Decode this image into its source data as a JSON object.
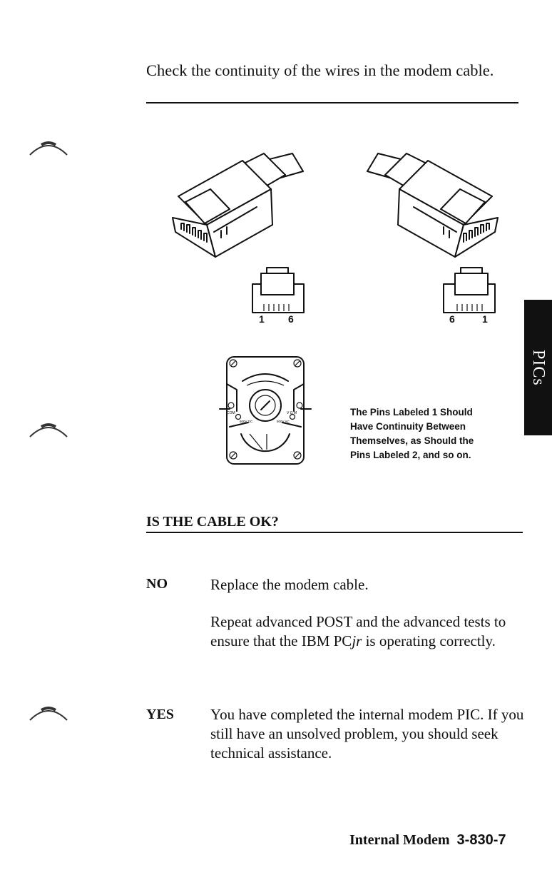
{
  "intro_text": "Check the continuity of the wires in the modem cable.",
  "diagram": {
    "left_pin_labels": [
      "1",
      "6"
    ],
    "right_pin_labels": [
      "6",
      "1"
    ],
    "meter_labels": [
      "COM",
      "V Ω M",
      "600V DC",
      "600V AC"
    ],
    "caption_lines": [
      "The Pins Labeled 1 Should",
      "Have Continuity Between",
      "Themselves, as Should the",
      "Pins Labeled 2, and so on."
    ]
  },
  "question": "IS THE CABLE OK?",
  "answers": {
    "no": {
      "key": "NO",
      "line1": "Replace the modem cable.",
      "para2_a": "Repeat advanced POST and the advanced tests to ensure that the IBM PC",
      "para2_jr": "jr",
      "para2_b": " is operating correctly."
    },
    "yes": {
      "key": "YES",
      "text": "You have completed the internal modem PIC. If you still have an unsolved problem, you should seek technical assistance."
    }
  },
  "side_tab": "PICs",
  "footer": {
    "title": "Internal Modem",
    "page": "3-830-7"
  }
}
